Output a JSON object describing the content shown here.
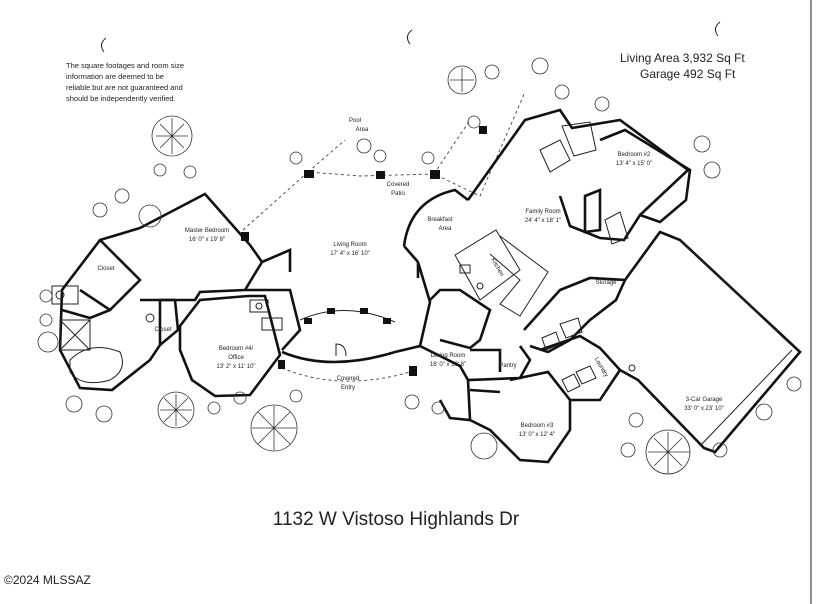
{
  "disclaimer": [
    "The square footages and room size",
    "information are deemed to be",
    "reliable but are not guaranteed and",
    "should be independently verified."
  ],
  "area": {
    "living": "Living Area 3,932 Sq Ft",
    "garage": "Garage 492 Sq Ft"
  },
  "rooms": {
    "pool_area": [
      "Pool",
      "Area"
    ],
    "covered_patio": [
      "Covered",
      "Patio"
    ],
    "master_bedroom": [
      "Master Bedroom",
      "16' 0\" x 19' 8\""
    ],
    "closet_master": "Closet",
    "closet_small": "Closet",
    "living_room": [
      "Living Room",
      "17' 4\" x 16' 10\""
    ],
    "breakfast": [
      "Breakfast",
      "Area"
    ],
    "kitchen": "Kitchen",
    "family_room": [
      "Family Room",
      "24' 4\" x 18' 1\""
    ],
    "bedroom2": [
      "Bedroom #2",
      "13' 4\" x 15' 0\""
    ],
    "bedroom4": [
      "Bedroom #4/",
      "Office",
      "13' 2\" x 11' 10\""
    ],
    "covered_entry": [
      "Covered",
      "Entry"
    ],
    "dining_room": [
      "Dining Room",
      "16' 0\" x 10' 8\""
    ],
    "pantry": "Pantry",
    "storage": "Storage",
    "laundry": "Laundry",
    "bedroom3": [
      "Bedroom #3",
      "13' 0\" x 12' 4\""
    ],
    "garage3": [
      "3-Car Garage",
      "33' 0\" x 23' 10\""
    ]
  },
  "address": "1132 W Vistoso Highlands Dr",
  "copyright": "©2024 MLSSAZ"
}
